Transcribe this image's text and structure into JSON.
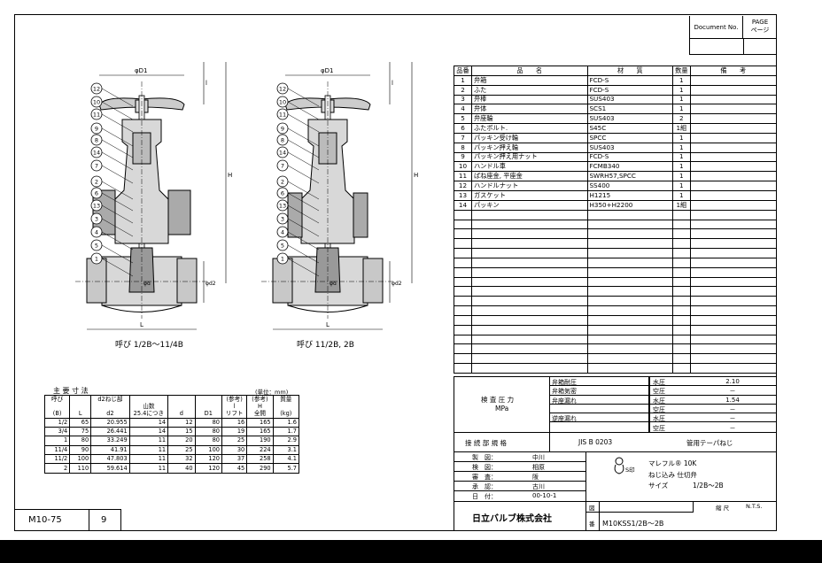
{
  "title_block": {
    "document_no_label": "Document No.",
    "page_label_1": "PAGE",
    "page_label_2": "ページ"
  },
  "drawing": {
    "left_caption": "呼び 1/2B～11/4B",
    "right_caption": "呼び 11/2B, 2B",
    "dim_D1": "φD1",
    "dim_H": "H",
    "dim_l": "l",
    "dim_L": "L",
    "dim_d2": "φd2",
    "dim_d": "φd",
    "left_balloons": [
      "12",
      "10",
      "11",
      "9",
      "8",
      "14",
      "7",
      "2",
      "6",
      "13",
      "3",
      "4",
      "5",
      "1"
    ],
    "right_balloons": [
      "12",
      "10",
      "11",
      "9",
      "8",
      "14",
      "7",
      "2",
      "6",
      "13",
      "3",
      "4",
      "5",
      "1"
    ]
  },
  "parts_list": {
    "headers": [
      "品番",
      "品　　名",
      "材　　質",
      "数量",
      "備　　考"
    ],
    "rows": [
      {
        "no": "1",
        "name": "弁箱",
        "material": "FCD-S",
        "qty": "1",
        "note": ""
      },
      {
        "no": "2",
        "name": "ふた",
        "material": "FCD-S",
        "qty": "1",
        "note": ""
      },
      {
        "no": "3",
        "name": "弁棒",
        "material": "SUS403",
        "qty": "1",
        "note": ""
      },
      {
        "no": "4",
        "name": "弁体",
        "material": "SCS1",
        "qty": "1",
        "note": ""
      },
      {
        "no": "5",
        "name": "弁座輪",
        "material": "SUS403",
        "qty": "2",
        "note": ""
      },
      {
        "no": "6",
        "name": "ふたボルト.",
        "material": "S45C",
        "qty": "1組",
        "note": ""
      },
      {
        "no": "7",
        "name": "パッキン受け輪",
        "material": "SPCC",
        "qty": "1",
        "note": ""
      },
      {
        "no": "8",
        "name": "パッキン押え輪",
        "material": "SUS403",
        "qty": "1",
        "note": ""
      },
      {
        "no": "9",
        "name": "パッキン押え用ナット",
        "material": "FCD-S",
        "qty": "1",
        "note": ""
      },
      {
        "no": "10",
        "name": "ハンドル車",
        "material": "FCMB340",
        "qty": "1",
        "note": ""
      },
      {
        "no": "11",
        "name": "ばね座金, 平座金",
        "material": "SWRH57,SPCC",
        "qty": "1",
        "note": ""
      },
      {
        "no": "12",
        "name": "ハンドルナット",
        "material": "SS400",
        "qty": "1",
        "note": ""
      },
      {
        "no": "13",
        "name": "ガスケット",
        "material": "H1215",
        "qty": "1",
        "note": ""
      },
      {
        "no": "14",
        "name": "パッキン",
        "material": "H350+H2200",
        "qty": "1組",
        "note": ""
      }
    ],
    "blank_rows": 17
  },
  "pressure_test": {
    "label": "検 査 圧 力",
    "unit": "MPa",
    "rows": [
      {
        "item": "弁箱耐圧",
        "medium": "水圧",
        "value": "2.10"
      },
      {
        "item": "弁箱気密",
        "medium": "空圧",
        "value": "－"
      },
      {
        "item": "弁座漏れ",
        "medium": "水圧",
        "value": "1.54"
      },
      {
        "item": "",
        "medium": "空圧",
        "value": "－"
      },
      {
        "item": "逆座漏れ",
        "medium": "水圧",
        "value": "－"
      },
      {
        "item": "",
        "medium": "空圧",
        "value": "－"
      }
    ]
  },
  "connection": {
    "label": "接 続 部 規 格",
    "standard": "JIS B 0203",
    "type": "管用テーパねじ"
  },
  "approvals": [
    {
      "role": "製　図：",
      "name": "中川"
    },
    {
      "role": "検　図：",
      "name": "相原"
    },
    {
      "role": "審　査：",
      "name": "阪"
    },
    {
      "role": "承　認：",
      "name": "古川"
    },
    {
      "role": "日　付：",
      "name": "00-10-1"
    }
  ],
  "product": {
    "mark": "S印",
    "line1": "マレフル® 10K",
    "line2": "ねじ込み 仕切弁",
    "line3_label": "サイズ",
    "line3_value": "1/2B～2B"
  },
  "company": "日立バルブ株式会社",
  "scale_label": "縮 尺",
  "scale_value": "N.T.S.",
  "drawing_label": "図",
  "number_label": "番",
  "drawing_number": "M10KSS1/2B～2B",
  "doc_code": "M10-75",
  "page_number": "9",
  "dimensions": {
    "title": "主 要 寸 法",
    "unit": "(単位：mm)",
    "header_row1": [
      "呼び",
      "",
      "d2ねじ部",
      "",
      "",
      "",
      "(参考)",
      "(参考)",
      "質量"
    ],
    "header_row2": [
      "",
      "",
      "",
      "山数",
      "",
      "",
      "l",
      "H",
      ""
    ],
    "header_row3": [
      "(B)",
      "L",
      "d2",
      "25.4につき",
      "d",
      "D1",
      "リフト",
      "全開",
      "(kg)"
    ],
    "rows": [
      [
        "1/2",
        "65",
        "20.955",
        "14",
        "12",
        "80",
        "16",
        "165",
        "1.6"
      ],
      [
        "3/4",
        "75",
        "26.441",
        "14",
        "15",
        "80",
        "19",
        "165",
        "1.7"
      ],
      [
        "1",
        "80",
        "33.249",
        "11",
        "20",
        "80",
        "25",
        "190",
        "2.9"
      ],
      [
        "11/4",
        "90",
        "41.91",
        "11",
        "25",
        "100",
        "30",
        "224",
        "3.1"
      ],
      [
        "11/2",
        "100",
        "47.803",
        "11",
        "32",
        "120",
        "37",
        "258",
        "4.1"
      ],
      [
        "2",
        "110",
        "59.614",
        "11",
        "40",
        "120",
        "45",
        "290",
        "5.7"
      ]
    ]
  }
}
